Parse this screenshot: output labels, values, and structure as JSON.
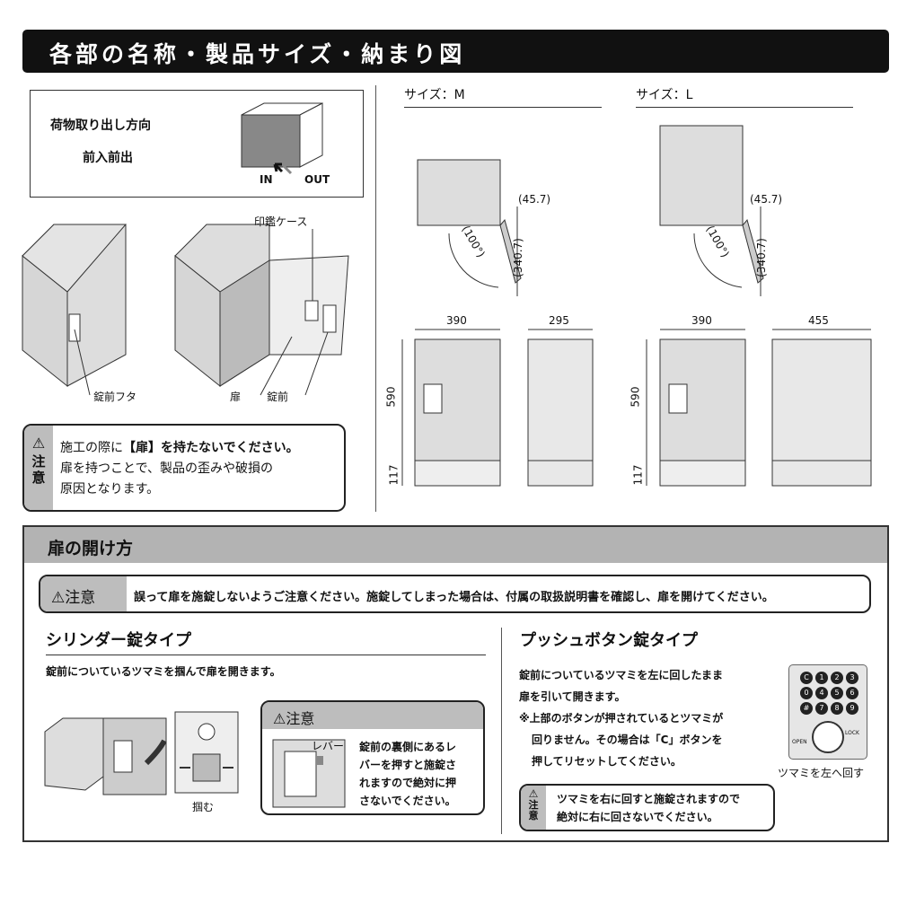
{
  "header": {
    "title": "各部の名称・製品サイズ・納まり図"
  },
  "direction": {
    "label": "荷物取り出し方向",
    "type": "前入前出",
    "in": "IN",
    "out": "OUT"
  },
  "parts": {
    "inkan_case": "印鑑ケース",
    "lock_cover": "錠前フタ",
    "door": "扉",
    "lock": "錠前"
  },
  "caution1": {
    "mark": "注意",
    "line1_pre": "施工の際に",
    "line1_em": "【扉】を持たないでください。",
    "line2": "扉を持つことで、製品の歪みや破損の",
    "line3": "原因となります。"
  },
  "size_m": {
    "title": "サイズ：M",
    "offset": "(45.7)",
    "angle": "(100°)",
    "depth_open": "(340.7)",
    "width": "390",
    "side_depth": "295",
    "height": "590",
    "base": "117"
  },
  "size_l": {
    "title": "サイズ：L",
    "offset": "(45.7)",
    "angle": "(100°)",
    "depth_open": "(340.7)",
    "width": "390",
    "side_depth": "455",
    "height": "590",
    "base": "117"
  },
  "opening": {
    "title": "扉の開け方",
    "caution_label": "注意",
    "caution_text": "誤って扉を施錠しないようご注意ください。施錠してしまった場合は、付属の取扱説明書を確認し、扉を開けてください。",
    "cylinder": {
      "title": "シリンダー錠タイプ",
      "desc": "錠前についているツマミを掴んで扉を開きます。",
      "grab": "掴む",
      "note_title": "注意",
      "lever": "レバー",
      "note_lines": [
        "錠前の裏側にあるレ",
        "バーを押すと施錠さ",
        "れますので絶対に押",
        "さないでください。"
      ]
    },
    "push": {
      "title": "プッシュボタン錠タイプ",
      "lines": [
        "錠前についているツマミを左に回したまま",
        "扉を引いて開きます。",
        "※上部のボタンが押されているとツマミが",
        "回りません。その場合は「C」ボタンを",
        "押してリセットしてください。"
      ],
      "knob_label": "ツマミを左へ回す",
      "keys": [
        "C",
        "1",
        "2",
        "3",
        "0",
        "4",
        "5",
        "6",
        "#",
        "7",
        "8",
        "9"
      ],
      "open": "OPEN",
      "lock": "LOCK",
      "caution_mark": "注意",
      "caution_lines": [
        "ツマミを右に回すと施錠されますので",
        "絶対に右に回さないでください。"
      ]
    }
  }
}
